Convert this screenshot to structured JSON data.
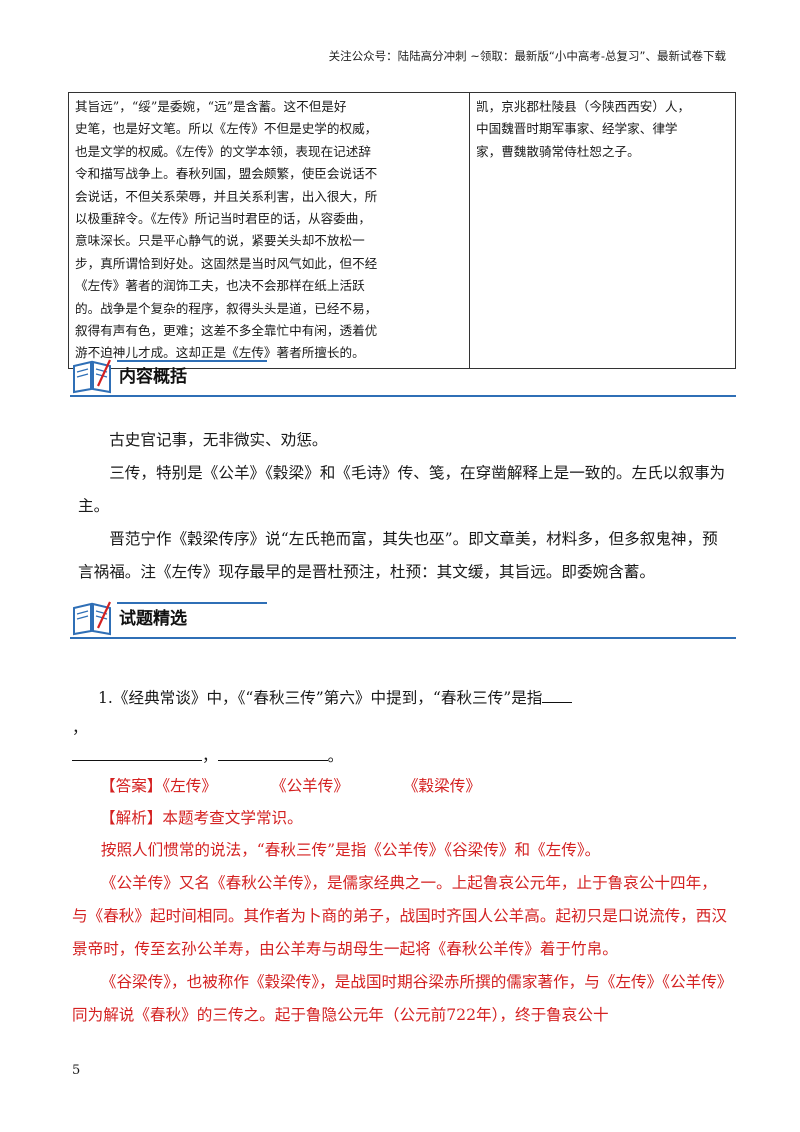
{
  "header": {
    "text": "关注公众号：陆陆高分冲刺 ~领取：最新版“小中高考-总复习”、最新试卷下载"
  },
  "table": {
    "left_lines": [
      "其旨远”，“绥”是委婉，“远”是含蓄。这不但是好",
      "史笔，也是好文笔。所以《左传》不但是史学的权威，",
      "也是文学的权威。《左传》的文学本领，表现在记述辞",
      "令和描写战争上。春秋列国，盟会颇繁，使臣会说话不",
      "会说话，不但关系荣辱，并且关系利害，出入很大，所",
      "以极重辞令。《左传》所记当时君臣的话，从容委曲，",
      "意味深长。只是平心静气的说，紧要关头却不放松一",
      "步，真所谓恰到好处。这固然是当时风气如此，但不经",
      "《左传》著者的润饰工夫，也决不会那样在纸上活跃",
      "的。战争是个复杂的程序，叙得头头是道，已经不易，",
      "叙得有声有色，更难；这差不多全靠忙中有闲，透着优",
      "游不迫神儿才成。这却正是《左传》著者所擅长的。"
    ],
    "right_lines": [
      "凯，京兆郡杜陵县（今陕西西安）人，",
      "中国魏晋时期军事家、经学家、律学",
      "家，曹魏散骑常侍杜恕之子。"
    ]
  },
  "section1": {
    "title": "内容概括",
    "paragraphs": [
      "古史官记事，无非微实、劝惩。",
      "三传，特别是《公羊》《穀梁》和《毛诗》传、笺，在穿凿解释上是一致的。左氏以叙事为主。",
      "晋范宁作《穀梁传序》说“左氏艳而富，其失也巫”。即文章美，材料多，但多叙鬼神，预言祸福。注《左传》现存最早的是晋杜预注，杜预：其文缓，其旨远。即委婉含蓄。"
    ]
  },
  "section2": {
    "title": "试题精选",
    "question_text": "1.《经典常谈》中，《“春秋三传”第六》中提到，“春秋三传”是指",
    "question_comma": "，",
    "question_comma2": "，",
    "question_end": "。",
    "answer_label": "【答案】",
    "answers": [
      "《左传》",
      "《公羊传》",
      "《穀梁传》"
    ],
    "analysis_label": "【解析】",
    "analysis_text": "本题考查文学常识。",
    "analysis_paragraphs": [
      "按照人们惯常的说法，“春秋三传”是指《公羊传》《谷梁传》和《左传》。",
      "《公羊传》又名《春秋公羊传》，是儒家经典之一。上起鲁哀公元年，止于鲁哀公十四年，与《春秋》起时间相同。其作者为卜商的弟子，战国时齐国人公羊高。起初只是口说流传，西汉景帝时，传至玄孙公羊寿，由公羊寿与胡母生一起将《春秋公羊传》着于竹帛。",
      "《谷梁传》，也被称作《穀梁传》，是战国时期谷梁赤所撰的儒家著作，与《左传》《公羊传》同为解说《春秋》的三传之。起于鲁隐公元年（公元前722年），终于鲁哀公十"
    ]
  },
  "footer": {
    "page_number": "5"
  },
  "colors": {
    "accent_blue": "#2f6fb6",
    "answer_red": "#d42121"
  },
  "icons": [
    "open-book-icon"
  ]
}
